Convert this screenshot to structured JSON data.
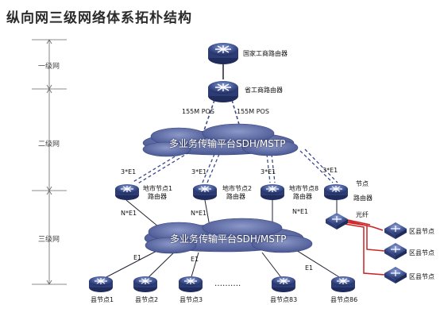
{
  "title": "纵向网三级网络体系拓朴结构",
  "levels": [
    "一级网",
    "二级网",
    "三级网"
  ],
  "clouds": {
    "upper": "多业务传输平台SDH/MSTP",
    "lower": "多业务传输平台SDH/MSTP"
  },
  "routers": {
    "national": "国家工商路由器",
    "provincial": "省工商路由器",
    "city1": "地市节点1",
    "city1_sub": "路由器",
    "city2": "地市节点2",
    "city2_sub": "路由器",
    "city8": "地市节点8",
    "city8_sub": "路由器",
    "node": "节点",
    "node_sub": "路由器"
  },
  "links": {
    "pos_left": "155M POS",
    "pos_right": "155M POS",
    "e1x3": "3*E1",
    "ne1": "N*E1",
    "e1": "E1",
    "fiber": "光纤"
  },
  "district_nodes": [
    "区县节点",
    "区县节点",
    "区县节点"
  ],
  "county_nodes": [
    "县节点1",
    "县节点2",
    "县节点3",
    "县节点83",
    "县节点86"
  ],
  "ellipsis": "……….",
  "colors": {
    "cloud": "#5f6fa8",
    "router": "#3c4f8f",
    "fiber": "#cc2222"
  }
}
